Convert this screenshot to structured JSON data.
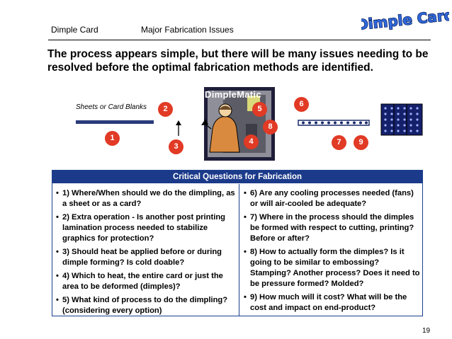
{
  "header": {
    "left": "Dimple Card",
    "center": "Major Fabrication Issues"
  },
  "logo": {
    "text": "Dimple Card",
    "colors": {
      "fill": "#2f67d8",
      "stroke": "#0b1f5c"
    }
  },
  "headline": "The process appears simple, but there will be many issues needing to be resolved before the optimal fabrication methods are identified.",
  "diagram": {
    "sheets_label": "Sheets or Card Blanks",
    "machine_label": "DimpleMatic",
    "badges": [
      "1",
      "2",
      "3",
      "4",
      "5",
      "6",
      "7",
      "8",
      "9"
    ],
    "badge_color": "#e13a25"
  },
  "table": {
    "title": "Critical Questions for Fabrication",
    "left": [
      "1) Where/When should we do the dimpling, as a sheet or as a card?",
      "2) Extra operation - Is another post printing lamination process needed to stabilize graphics for protection?",
      "3) Should heat be applied before or during dimple forming? Is cold doable?",
      "4) Which to heat, the entire card or just the area to be deformed (dimples)?",
      "5) What kind of process to do the dimpling? (considering every option)"
    ],
    "right": [
      "6) Are any cooling processes needed (fans) or will air-cooled be adequate?",
      "7) Where in the process should the dimples be formed with respect to cutting, printing?  Before or after?",
      "8) How to actually form the dimples?  Is it going to be similar to embossing? Stamping? Another process?  Does it need to be pressure formed?  Molded?",
      "9) How much will it cost?  What will be the cost and impact on end-product?"
    ],
    "bullet": "•",
    "header_color": "#1b3a8a"
  },
  "page_number": "19"
}
